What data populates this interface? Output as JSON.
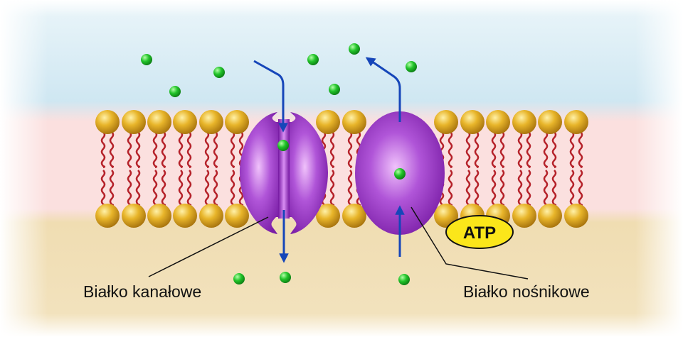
{
  "labels": {
    "channel_protein": "Białko kanałowe",
    "carrier_protein": "Białko nośnikowe",
    "atp": "ATP"
  },
  "colors": {
    "outside": "#cfe7f2",
    "membrane_band": "#fbe0df",
    "inside": "#f0ddb2",
    "phospholipid_head": "#e1a91b",
    "lipid_tail": "#b5222a",
    "protein": "#9a34c0",
    "molecule": "#22c42a",
    "arrow": "#1646b9",
    "atp_fill": "#fbe61a"
  },
  "icons": [
    "phospholipid-head-icon",
    "lipid-tail-icon",
    "molecule-icon",
    "transport-arrow-icon"
  ]
}
